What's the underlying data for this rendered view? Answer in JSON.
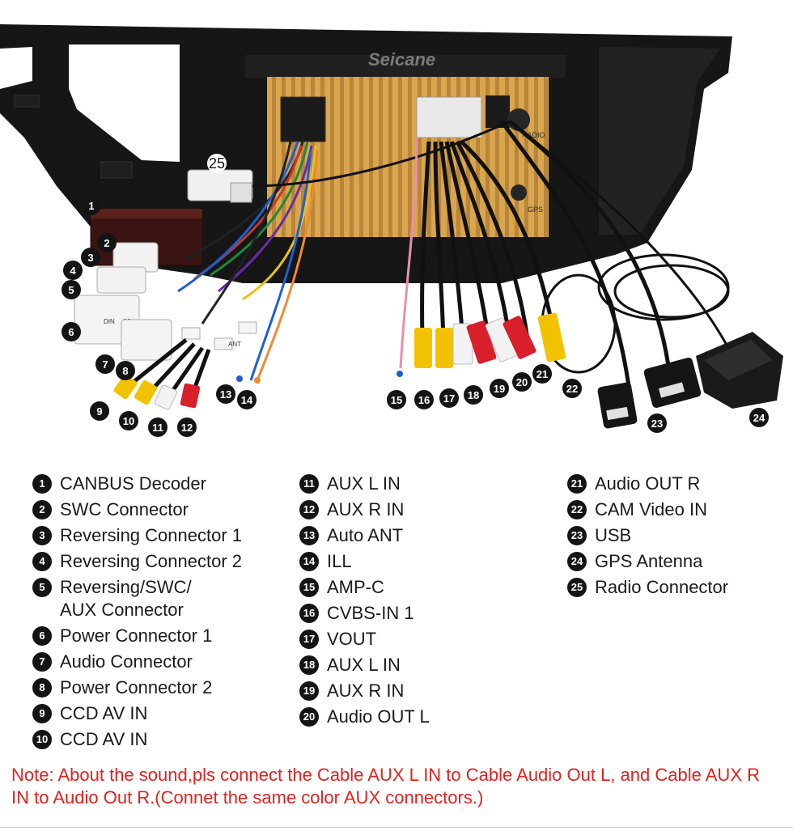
{
  "brand": "Seicane",
  "unit_labels": [
    "RADIO",
    "GPS"
  ],
  "connector_tags": [
    "DIN",
    "SD",
    "ANT"
  ],
  "callout_numbers": [
    "1",
    "2",
    "3",
    "4",
    "5",
    "6",
    "7",
    "8",
    "9",
    "10",
    "11",
    "12",
    "13",
    "14",
    "15",
    "16",
    "17",
    "18",
    "19",
    "20",
    "21",
    "22",
    "23",
    "24",
    "25"
  ],
  "legend": {
    "column1": [
      {
        "num": "1",
        "label": "CANBUS Decoder"
      },
      {
        "num": "2",
        "label": "SWC Connector"
      },
      {
        "num": "3",
        "label": "Reversing Connector 1"
      },
      {
        "num": "4",
        "label": "Reversing Connector 2"
      },
      {
        "num": "5",
        "label": "Reversing/SWC/\nAUX Connector"
      },
      {
        "num": "6",
        "label": "Power Connector 1"
      },
      {
        "num": "7",
        "label": "Audio Connector"
      },
      {
        "num": "8",
        "label": "Power Connector 2"
      },
      {
        "num": "9",
        "label": "CCD AV IN"
      },
      {
        "num": "10",
        "label": "CCD AV IN"
      }
    ],
    "column2": [
      {
        "num": "11",
        "label": "AUX L IN"
      },
      {
        "num": "12",
        "label": "AUX R IN"
      },
      {
        "num": "13",
        "label": "Auto ANT"
      },
      {
        "num": "14",
        "label": "ILL"
      },
      {
        "num": "15",
        "label": "AMP-C"
      },
      {
        "num": "16",
        "label": "CVBS-IN 1"
      },
      {
        "num": "17",
        "label": "VOUT"
      },
      {
        "num": "18",
        "label": "AUX L IN"
      },
      {
        "num": "19",
        "label": "AUX R IN"
      },
      {
        "num": "20",
        "label": "Audio OUT L"
      }
    ],
    "column3": [
      {
        "num": "21",
        "label": "Audio OUT R"
      },
      {
        "num": "22",
        "label": "CAM Video IN"
      },
      {
        "num": "23",
        "label": "USB"
      },
      {
        "num": "24",
        "label": "GPS Antenna"
      },
      {
        "num": "25",
        "label": "Radio Connector"
      }
    ]
  },
  "note": "Note: About the sound,pls connect the Cable AUX L IN to Cable Audio Out L, and Cable AUX R IN to  Audio Out R.(Connet the same color AUX connectors.)",
  "colors": {
    "note_red": "#e5201e",
    "unit_gold": "#d9a64e",
    "frame_black": "#141414",
    "rca_red": "#d81f2a",
    "rca_yellow": "#f2c200",
    "rca_white": "#f2f2f2"
  }
}
